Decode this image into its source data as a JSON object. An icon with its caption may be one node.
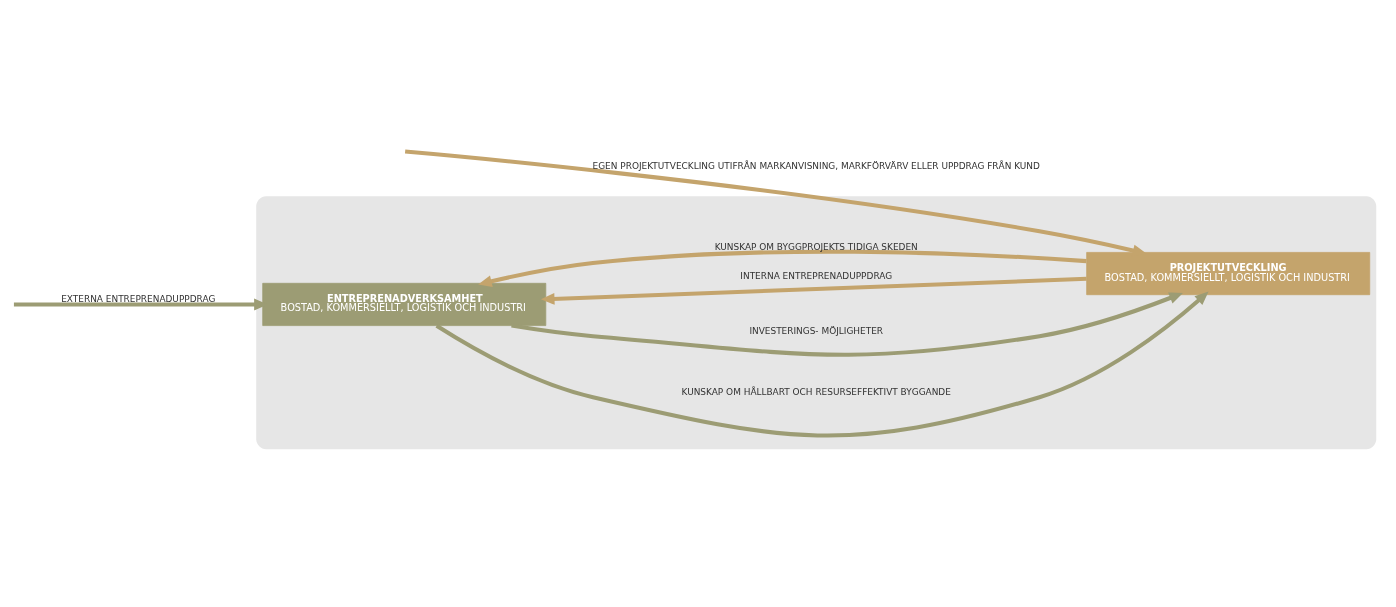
{
  "diagram": {
    "nodes": [
      {
        "text": [],
        "shape": "cloud"
      },
      {
        "text": [
          "ENTREPRENADVERKSAMHET",
          "BOSTAD, KOMMERSIELLT, LOGISTIK OCH INDUSTRI"
        ],
        "in": 0
      },
      {
        "text": [
          "PROJEKTUTVECKLING",
          "BOSTAD, KOMMERSIELLT, LOGISTIK OCH INDUSTRI"
        ],
        "in": 0
      }
    ],
    "edges": [
      {
        "from": null,
        "to": 1,
        "arrow": "to",
        "label": "EXTERNA ENTREPRENADUPPDRAG",
        "color": "#9c9c74"
      },
      {
        "from": null,
        "to": 2,
        "arrow": "to",
        "label": "EGEN PROJEKTUTVECKLING UTIFRÅN MARKANVISNING, MARKFÖRVÄRV ELLER UPPDRAG FRÅN KUND",
        "color": "#c4a46c"
      },
      {
        "from": 1,
        "to": 2,
        "arrow": "to",
        "label": "KUNSKAP OM HÅLLBART OCH RESURSEFFEKTIVT BYGGANDE",
        "color": "#9c9c74"
      },
      {
        "from": 1,
        "to": 2,
        "arrow": "to",
        "label": "INVESTERINGS- MÖJLIGHETER",
        "color": "#9c9c74"
      },
      {
        "from": 2,
        "to": 1,
        "arrow": "to",
        "label": "INTERNA ENTREPRENADUPPDRAG",
        "color": "#c4a46c"
      },
      {
        "from": 2,
        "to": 1,
        "arrow": "to",
        "label": "KUNSKAP OM BYGGPROJEKTS TIDIGA SKEDEN",
        "color": "#c4a46c"
      }
    ]
  }
}
